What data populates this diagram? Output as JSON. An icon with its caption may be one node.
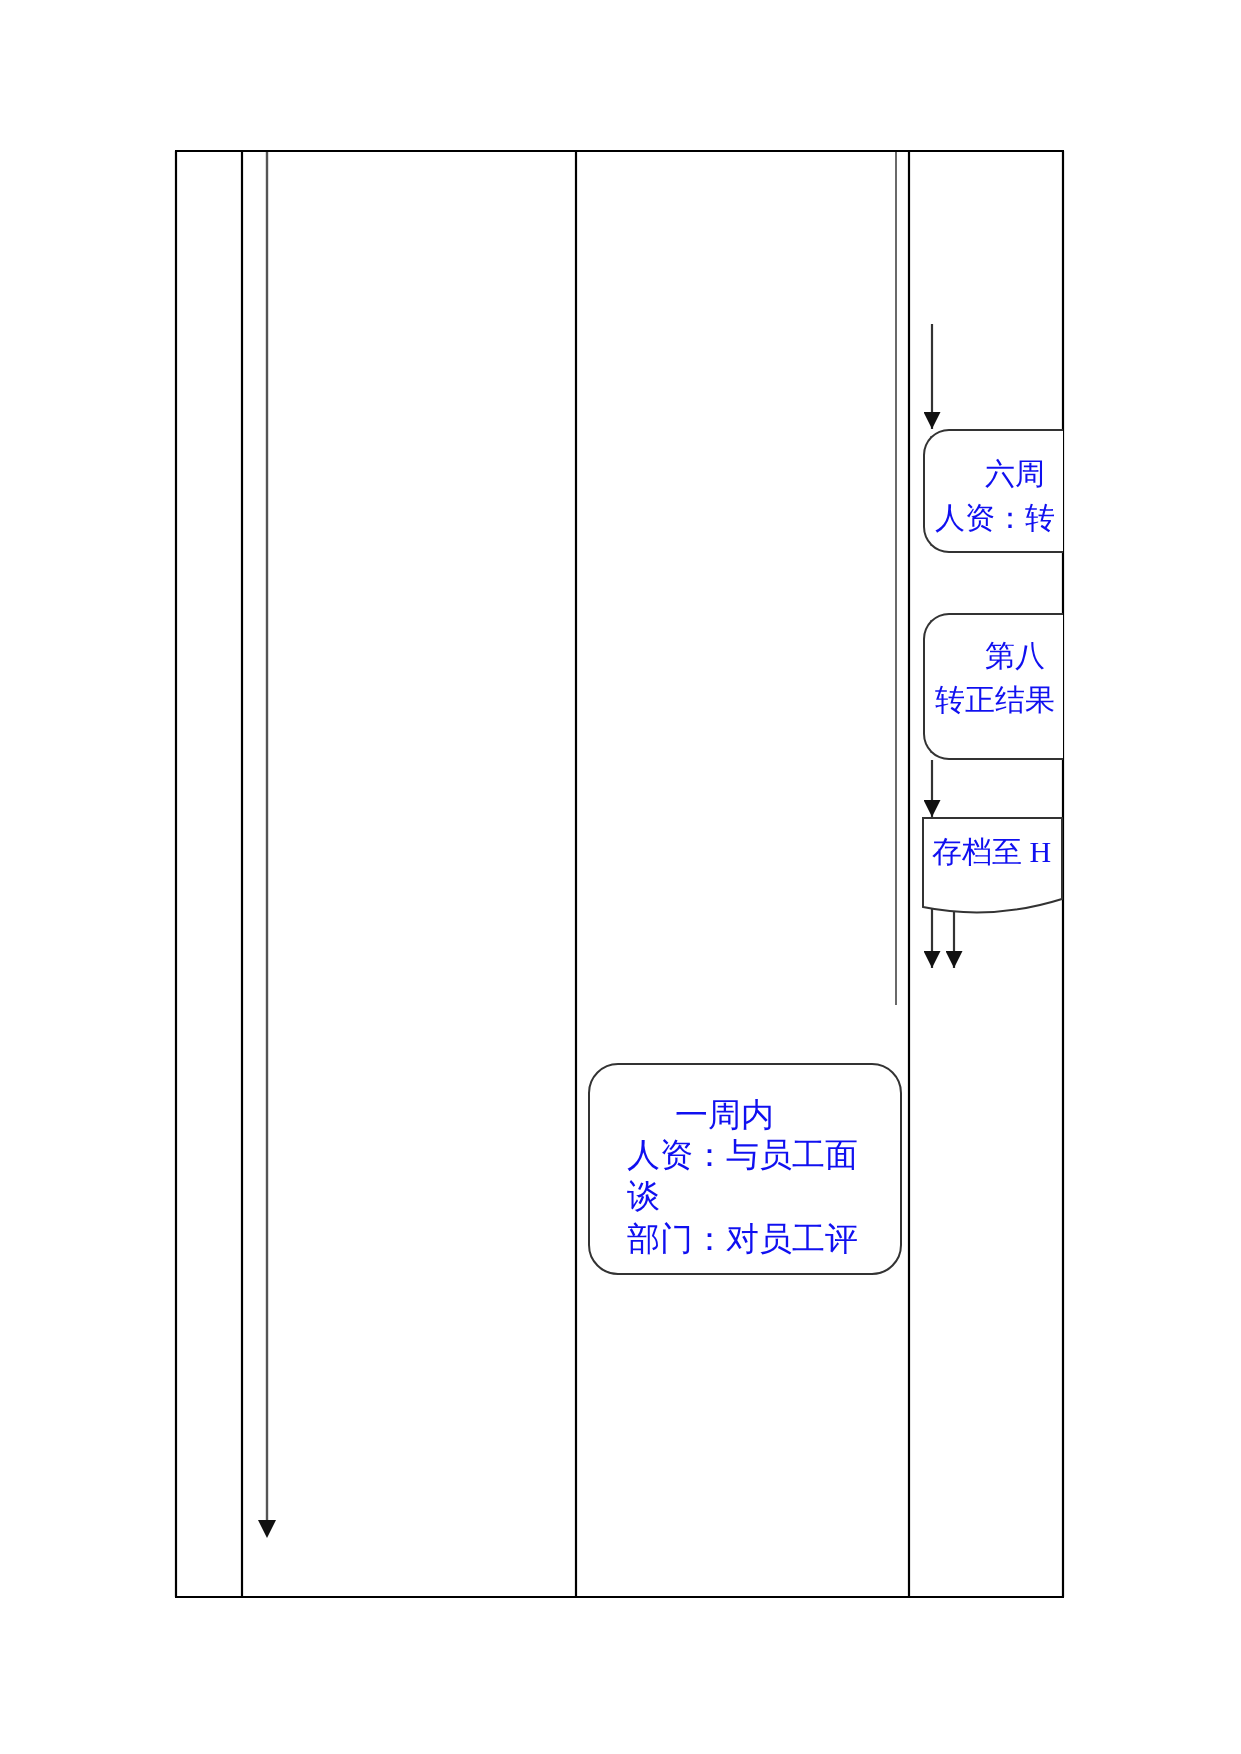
{
  "diagram": {
    "nodes": [
      {
        "text": [
          "六周",
          "人资：转"
        ]
      },
      {
        "text": [
          "第八",
          "转正结果"
        ]
      },
      {
        "text": [
          "存档至 H"
        ]
      },
      {
        "text": [
          "一周内",
          "人资：与员工面谈",
          "部门：对员工评"
        ]
      }
    ],
    "edges": [
      {
        "from": null,
        "to": 0,
        "arrow": "to"
      },
      {
        "from": 1,
        "to": 2,
        "arrow": "to"
      },
      {
        "from": 2,
        "to": null,
        "arrow": "to"
      },
      {
        "from": 2,
        "to": null,
        "arrow": "to"
      }
    ]
  }
}
